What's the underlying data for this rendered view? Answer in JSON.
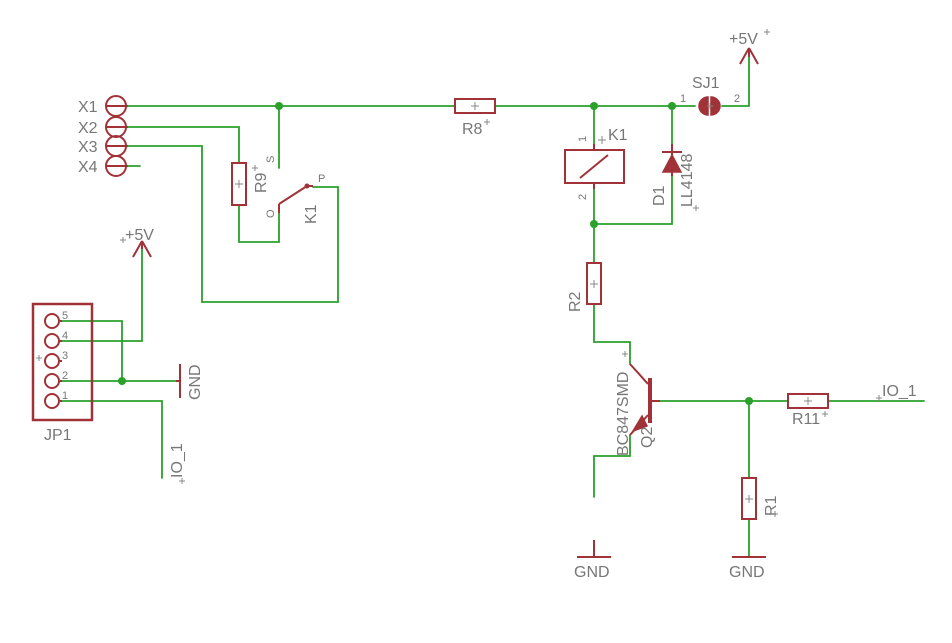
{
  "terminals": [
    "X1",
    "X2",
    "X3",
    "X4"
  ],
  "header": {
    "name": "JP1",
    "pins": [
      "5",
      "4",
      "3",
      "2",
      "1"
    ]
  },
  "resistors": {
    "r8": "R8",
    "r9": "R9",
    "r2": "R2",
    "r1": "R1",
    "r11": "R11"
  },
  "relay": {
    "name": "K1",
    "pin1": "1",
    "pin2": "2",
    "contact_s": "S",
    "contact_o": "O",
    "contact_p": "P"
  },
  "diode": {
    "name": "D1",
    "value": "LL4148"
  },
  "transistor": {
    "name": "Q2",
    "value": "BC847SMD"
  },
  "jumper": {
    "name": "SJ1",
    "pin1": "1",
    "pin2": "2"
  },
  "power": {
    "vcc": "+5V",
    "gnd": "GND"
  },
  "net": {
    "io": "IO_1"
  },
  "colors": {
    "wire": "#2aa12a",
    "symbol": "#a03238",
    "label": "#777777"
  }
}
